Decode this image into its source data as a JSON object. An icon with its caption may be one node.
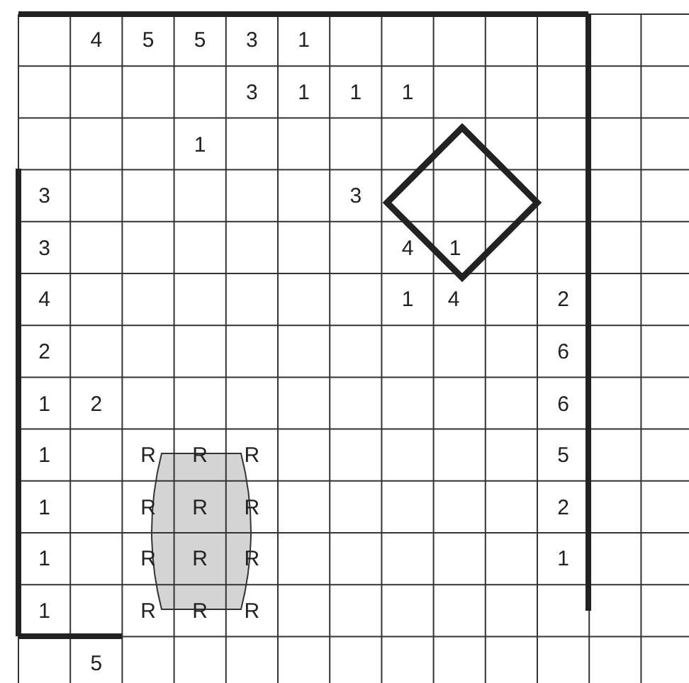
{
  "diagram": {
    "labels": [
      "4",
      "5",
      "5",
      "3",
      "1",
      "3",
      "1",
      "1",
      "1",
      "1",
      "3",
      "3",
      "3",
      "4",
      "1",
      "4",
      "1",
      "4",
      "2",
      "2",
      "6",
      "1",
      "2",
      "6",
      "1",
      "R",
      "R",
      "R",
      "5",
      "1",
      "R",
      "R",
      "R",
      "2",
      "1",
      "R",
      "R",
      "R",
      "1",
      "1",
      "R",
      "R",
      "R",
      "5"
    ]
  }
}
